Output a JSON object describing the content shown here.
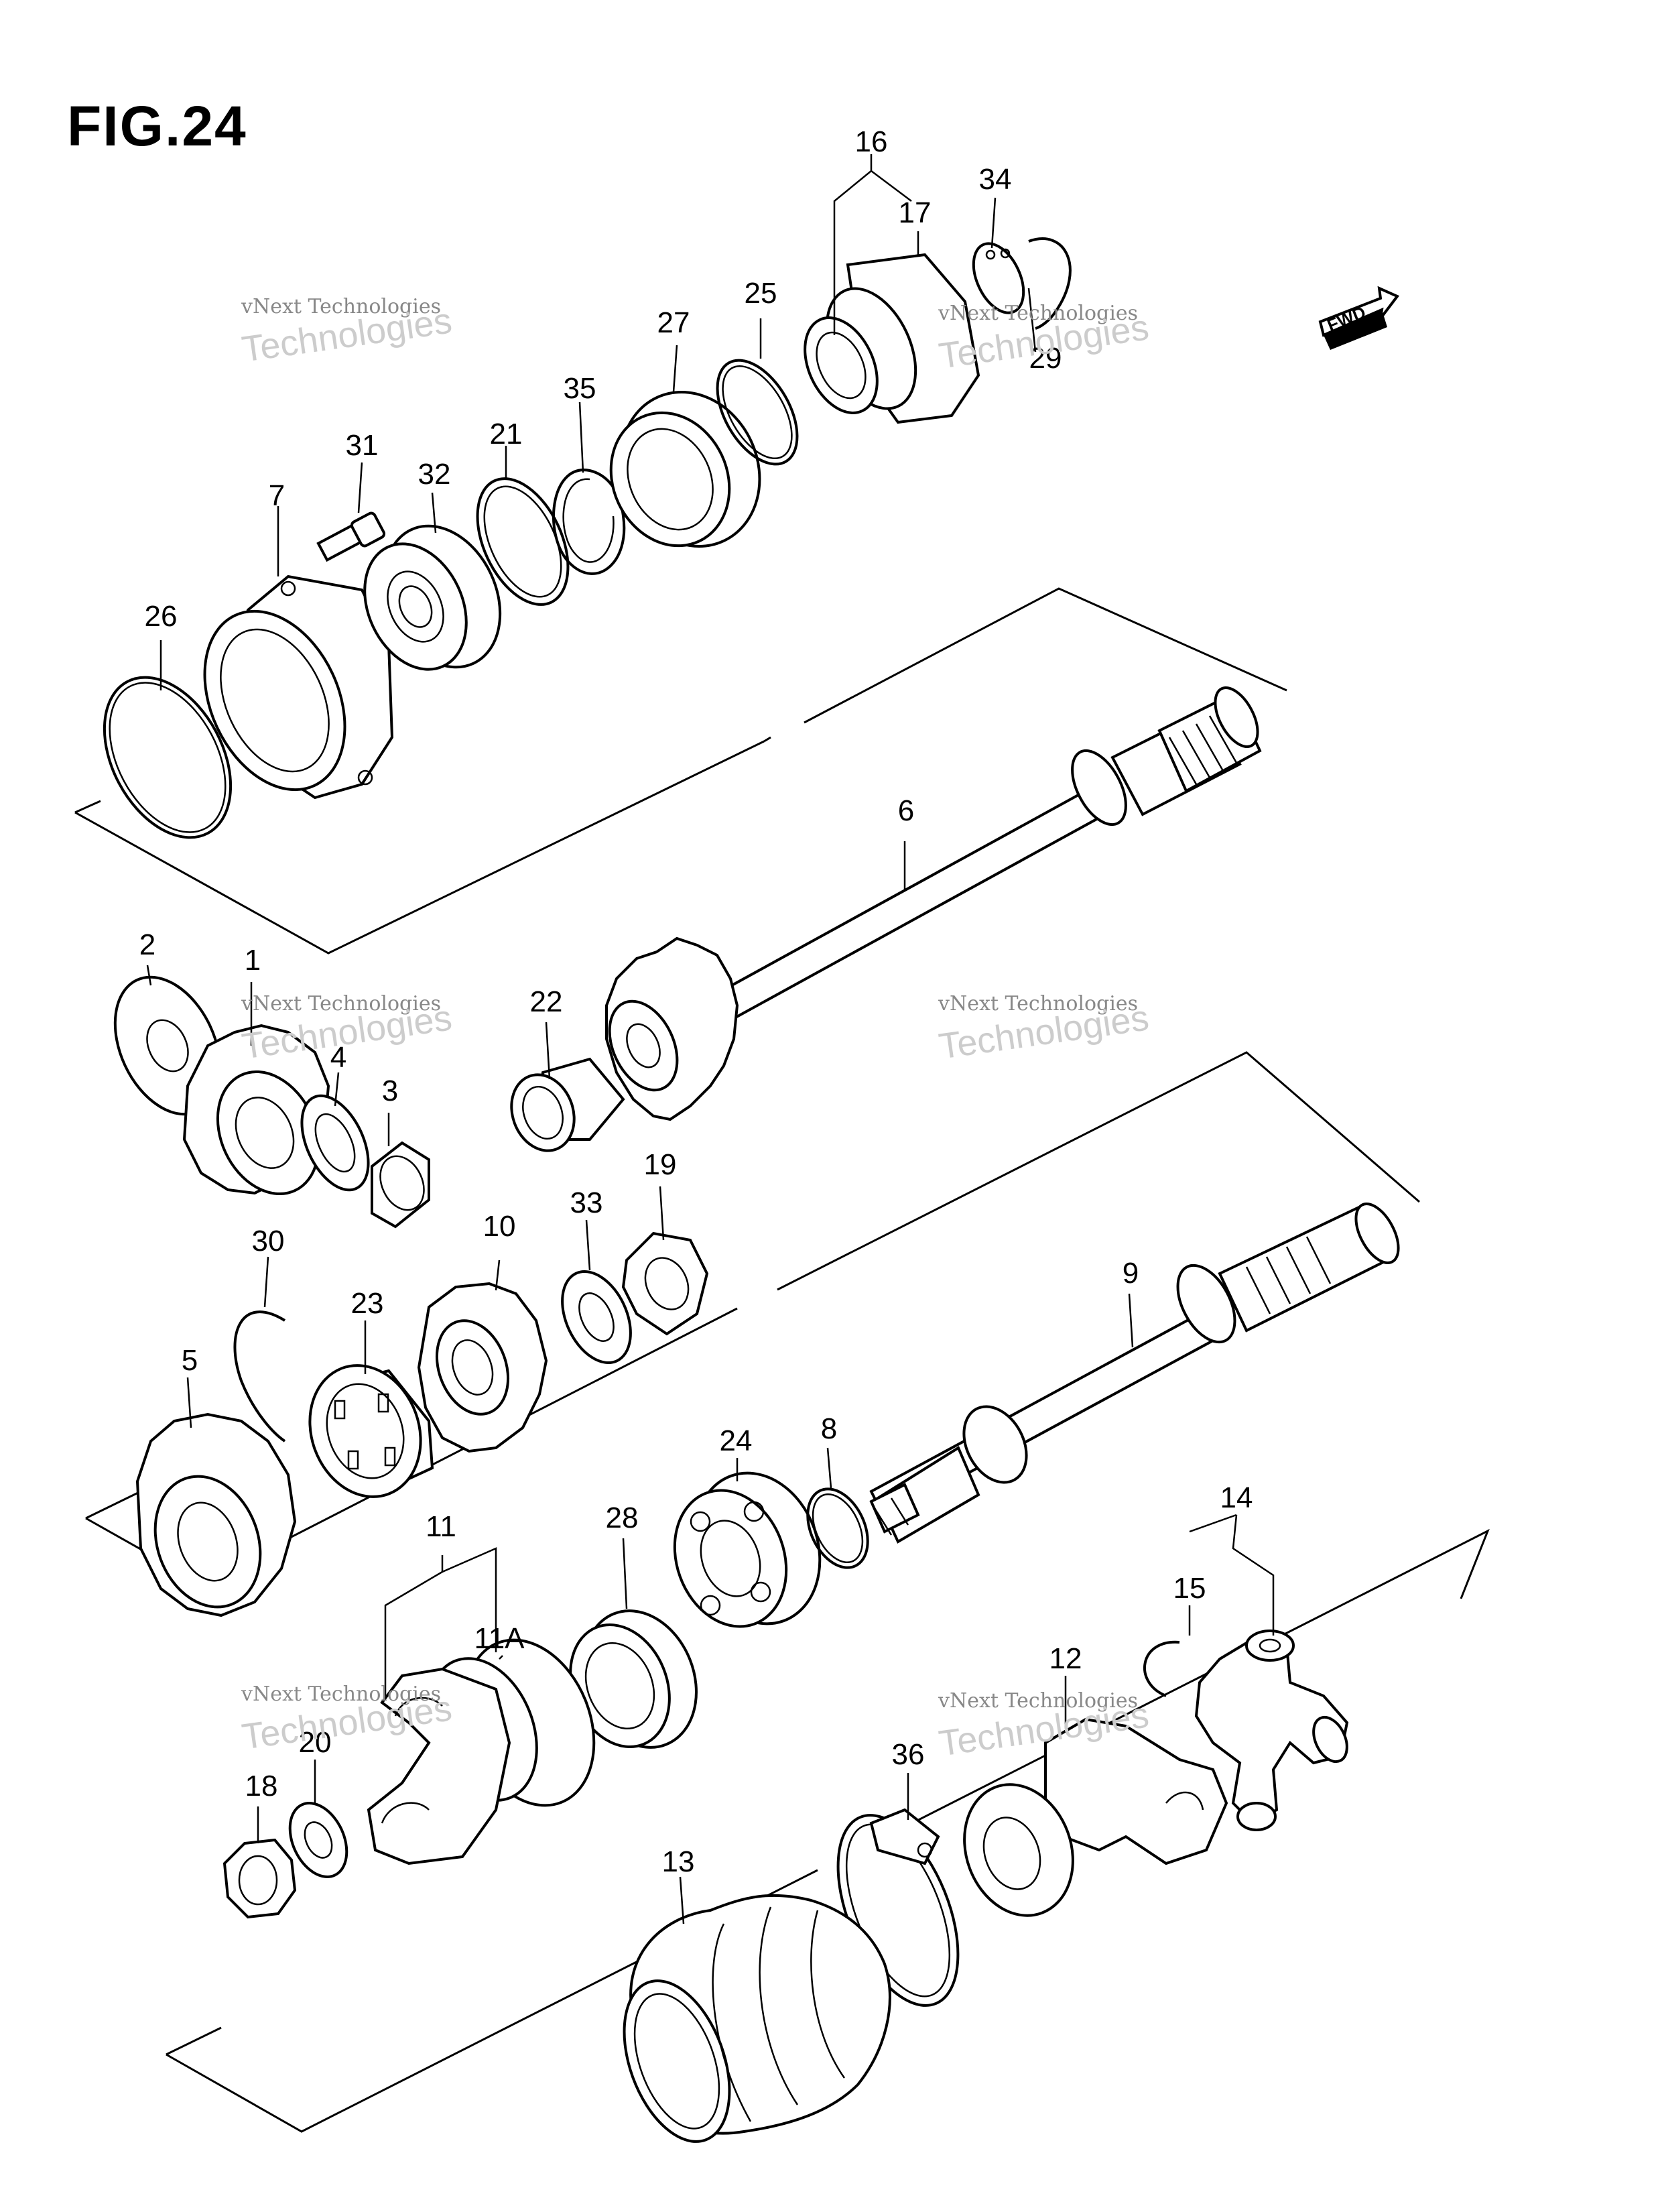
{
  "figure": {
    "title": "FIG.24"
  },
  "fwd_label": "FWD",
  "callouts": [
    {
      "id": "16",
      "text": "16"
    },
    {
      "id": "17",
      "text": "17"
    },
    {
      "id": "34",
      "text": "34"
    },
    {
      "id": "29",
      "text": "29"
    },
    {
      "id": "25",
      "text": "25"
    },
    {
      "id": "27",
      "text": "27"
    },
    {
      "id": "35",
      "text": "35"
    },
    {
      "id": "21",
      "text": "21"
    },
    {
      "id": "32",
      "text": "32"
    },
    {
      "id": "31",
      "text": "31"
    },
    {
      "id": "7",
      "text": "7"
    },
    {
      "id": "26",
      "text": "26"
    },
    {
      "id": "6",
      "text": "6"
    },
    {
      "id": "2",
      "text": "2"
    },
    {
      "id": "1",
      "text": "1"
    },
    {
      "id": "4",
      "text": "4"
    },
    {
      "id": "3",
      "text": "3"
    },
    {
      "id": "22",
      "text": "22"
    },
    {
      "id": "19",
      "text": "19"
    },
    {
      "id": "33",
      "text": "33"
    },
    {
      "id": "10",
      "text": "10"
    },
    {
      "id": "30",
      "text": "30"
    },
    {
      "id": "23",
      "text": "23"
    },
    {
      "id": "5",
      "text": "5"
    },
    {
      "id": "9",
      "text": "9"
    },
    {
      "id": "24",
      "text": "24"
    },
    {
      "id": "8",
      "text": "8"
    },
    {
      "id": "28",
      "text": "28"
    },
    {
      "id": "11",
      "text": "11"
    },
    {
      "id": "11A",
      "text": "11A"
    },
    {
      "id": "14",
      "text": "14"
    },
    {
      "id": "15",
      "text": "15"
    },
    {
      "id": "12",
      "text": "12"
    },
    {
      "id": "18",
      "text": "18"
    },
    {
      "id": "20",
      "text": "20"
    },
    {
      "id": "36",
      "text": "36"
    },
    {
      "id": "13",
      "text": "13"
    }
  ],
  "watermark": {
    "line1": "vNext Technologies",
    "line2": "Technologies"
  }
}
